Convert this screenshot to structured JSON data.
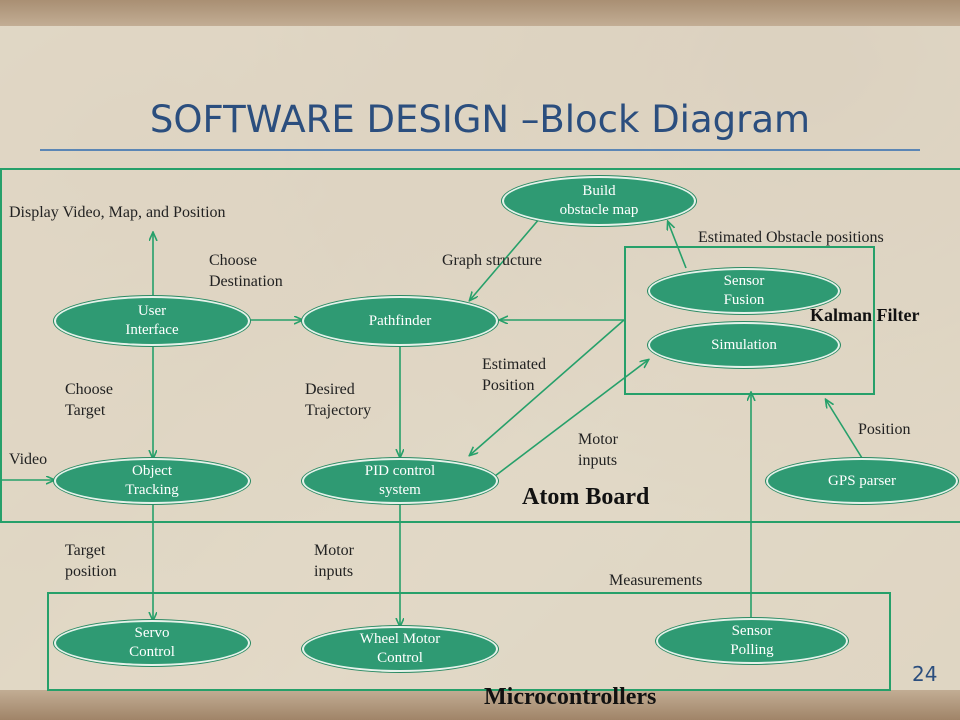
{
  "title": "SOFTWARE DESIGN –Block Diagram",
  "page_number": "24",
  "groups": {
    "atom_board": "Atom Board",
    "microcontrollers": "Microcontrollers",
    "kalman_filter": "Kalman Filter"
  },
  "nodes": {
    "build_obstacle_map": [
      "Build",
      "obstacle map"
    ],
    "user_interface": [
      "User",
      "Interface"
    ],
    "pathfinder": "Pathfinder",
    "sensor_fusion": [
      "Sensor",
      "Fusion"
    ],
    "simulation": "Simulation",
    "object_tracking": [
      "Object",
      "Tracking"
    ],
    "pid_control": [
      "PID control",
      "system"
    ],
    "gps_parser": "GPS parser",
    "servo_control": [
      "Servo",
      "Control"
    ],
    "wheel_motor_control": [
      "Wheel Motor",
      "Control"
    ],
    "sensor_polling": [
      "Sensor",
      "Polling"
    ]
  },
  "edge_labels": {
    "display": "Display Video, Map, and Position",
    "choose_destination": [
      "Choose",
      "Destination"
    ],
    "graph_structure": "Graph structure",
    "estimated_obstacle": "Estimated Obstacle positions",
    "choose_target": [
      "Choose",
      "Target"
    ],
    "desired_trajectory": [
      "Desired",
      "Trajectory"
    ],
    "estimated_position": [
      "Estimated",
      "Position"
    ],
    "motor_inputs_upper": [
      "Motor",
      "inputs"
    ],
    "position": "Position",
    "video": "Video",
    "target_position": [
      "Target",
      "position"
    ],
    "motor_inputs_lower": [
      "Motor",
      "inputs"
    ],
    "measurements": "Measurements"
  },
  "colors": {
    "title": "#2b4e7e",
    "node_fill": "#2f9a73",
    "edge": "#26a06a"
  }
}
